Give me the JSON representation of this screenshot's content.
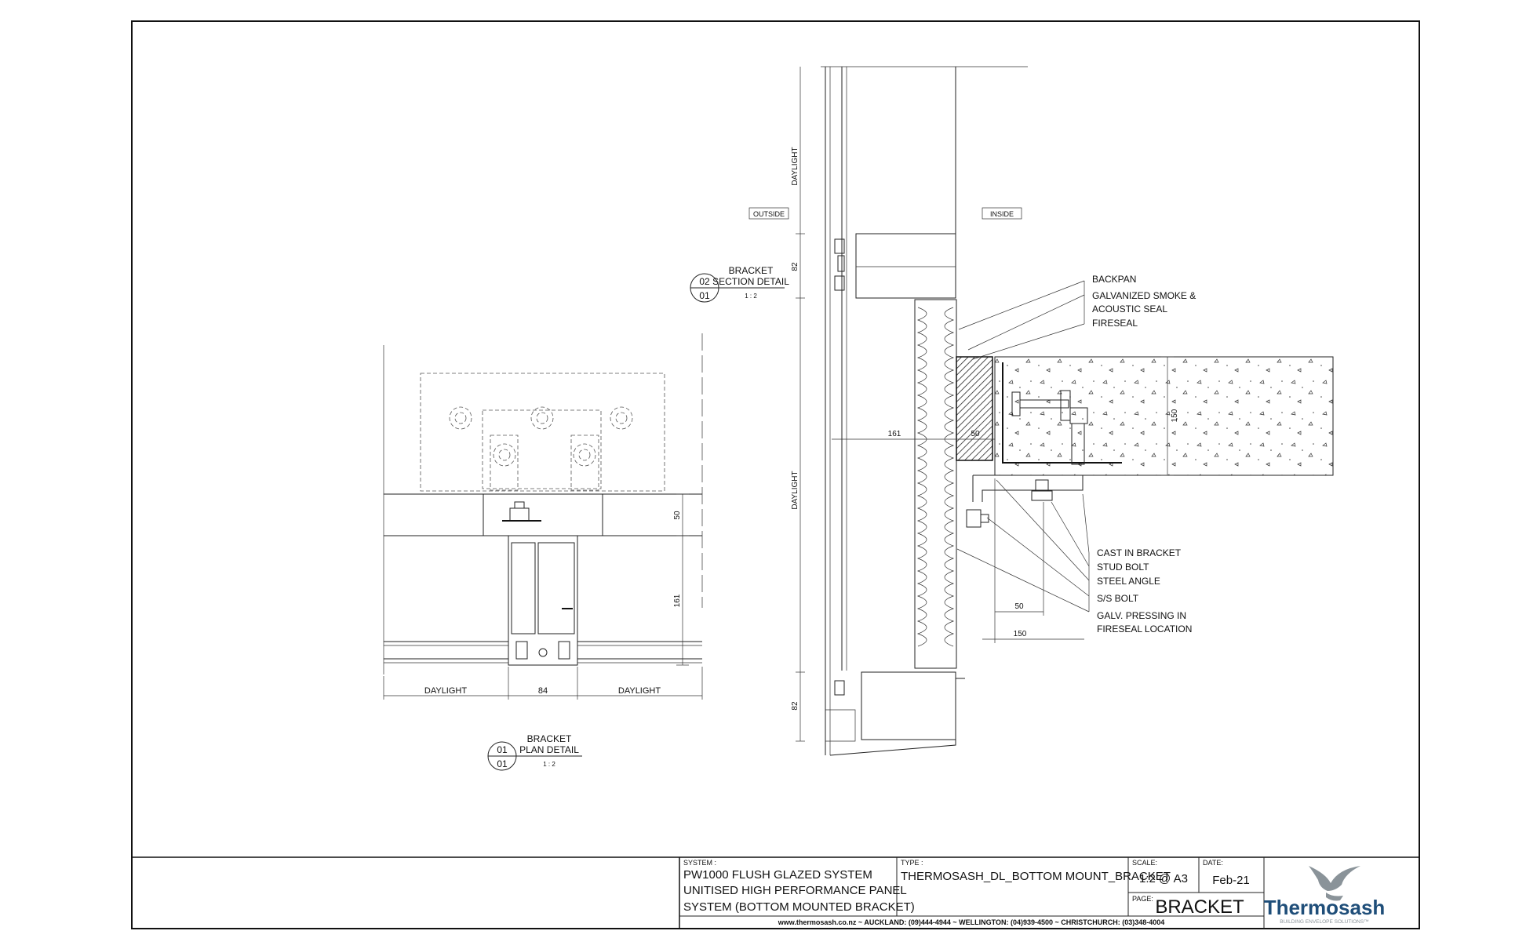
{
  "views": {
    "plan": {
      "title_line1": "BRACKET",
      "title_line2": "PLAN DETAIL",
      "scale": "1 : 2",
      "ref_top": "01",
      "ref_bottom": "01",
      "dims": {
        "daylight_left": "DAYLIGHT",
        "mullion": "84",
        "daylight_right": "DAYLIGHT",
        "v50": "50",
        "v161": "161"
      }
    },
    "section": {
      "title_line1": "BRACKET",
      "title_line2": "SECTION DETAIL",
      "scale": "1 : 2",
      "ref_top": "02",
      "ref_bottom": "01",
      "outside": "OUTSIDE",
      "inside": "INSIDE",
      "dims": {
        "daylight_top": "DAYLIGHT",
        "d82_top": "82",
        "daylight_mid": "DAYLIGHT",
        "d82_bot": "82",
        "d161": "161",
        "d50a": "50",
        "d150_slab": "150",
        "d50b": "50",
        "d150b": "150"
      }
    }
  },
  "callouts": {
    "backpan": "BACKPAN",
    "smoke_1": "GALVANIZED SMOKE &",
    "smoke_2": "ACOUSTIC SEAL",
    "fireseal": "FIRESEAL",
    "cast_in": "CAST IN BRACKET",
    "stud_bolt": "STUD BOLT",
    "steel_angle": "STEEL ANGLE",
    "ss_bolt": "S/S BOLT",
    "galv_1": "GALV. PRESSING IN",
    "galv_2": "FIRESEAL LOCATION"
  },
  "title_block": {
    "system_label": "SYSTEM :",
    "system_1": "PW1000 FLUSH GLAZED SYSTEM",
    "system_2": "UNITISED HIGH PERFORMANCE PANEL",
    "system_3": "SYSTEM (BOTTOM MOUNTED BRACKET)",
    "type_label": "TYPE :",
    "type_value": "THERMOSASH_DL_BOTTOM MOUNT_BRACKET",
    "scale_label": "SCALE:",
    "scale_value": "1:2 @ A3",
    "date_label": "DATE:",
    "date_value": "Feb-21",
    "page_label": "PAGE:",
    "page_value": "BRACKET",
    "footer": "www.thermosash.co.nz ~ AUCKLAND: (09)444-4944 ~ WELLINGTON: (04)939-4500 ~ CHRISTCHURCH: (03)348-4004",
    "logo_name": "Thermosash",
    "logo_tagline": "BUILDING ENVELOPE SOLUTIONS™",
    "logo_icon": "bird-logo-icon",
    "brand_color": "#1f4e79",
    "logo_grey": "#8a9399"
  }
}
